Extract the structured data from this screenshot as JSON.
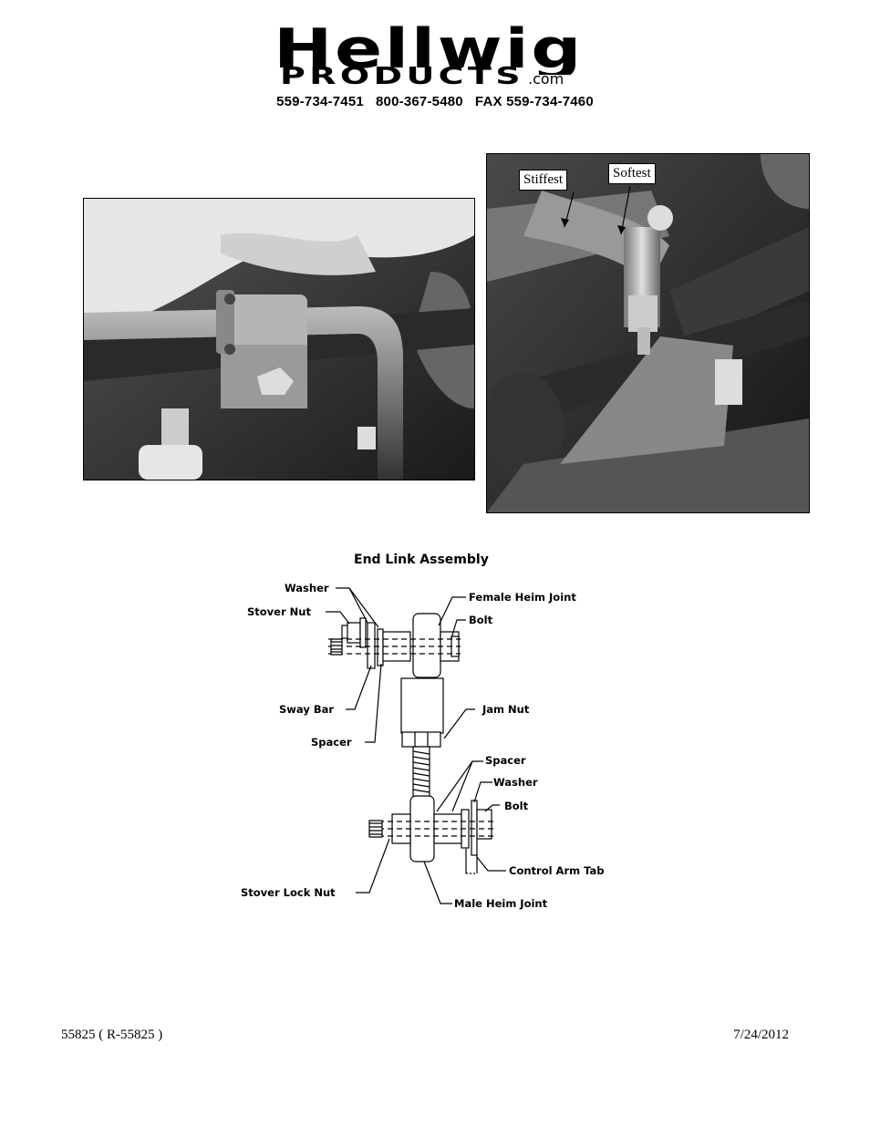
{
  "header": {
    "logo_word": "Hellwig",
    "logo_sub": "PRODUCTS",
    "logo_suffix": ".com",
    "phones": "559-734-7451   800-367-5480   FAX 559-734-7460"
  },
  "photo_right": {
    "callout_stiffest": "Stiffest",
    "callout_softest": "Softest"
  },
  "diagram": {
    "title": "End Link Assembly",
    "labels": {
      "washer_top": "Washer",
      "stover_nut": "Stover Nut",
      "female_heim_joint": "Female Heim Joint",
      "bolt_top": "Bolt",
      "sway_bar": "Sway Bar",
      "jam_nut": "Jam Nut",
      "spacer_top": "Spacer",
      "spacer_bottom": "Spacer",
      "washer_bottom": "Washer",
      "bolt_bottom": "Bolt",
      "control_arm_tab": "Control Arm Tab",
      "stover_lock_nut": "Stover Lock Nut",
      "male_heim_joint": "Male Heim Joint"
    }
  },
  "footer": {
    "part_number": "55825 ( R-55825 )",
    "date": "7/24/2012"
  }
}
